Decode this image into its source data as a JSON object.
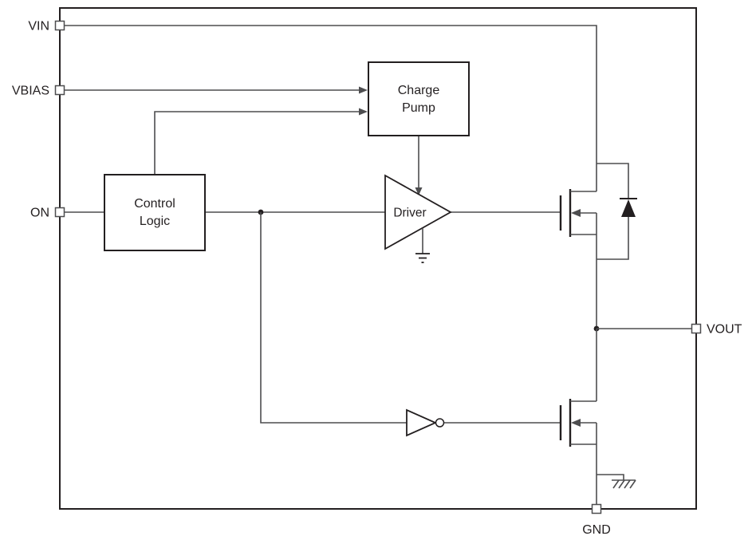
{
  "colors": {
    "background": "#ffffff",
    "wire": "#4d4d4f",
    "outline": "#231f20",
    "text": "#231f20"
  },
  "pins": {
    "vin": {
      "label": "VIN"
    },
    "vbias": {
      "label": "VBIAS"
    },
    "on": {
      "label": "ON"
    },
    "vout": {
      "label": "VOUT"
    },
    "gnd": {
      "label": "GND"
    }
  },
  "blocks": {
    "charge_pump": {
      "line1": "Charge",
      "line2": "Pump"
    },
    "control_logic": {
      "line1": "Control",
      "line2": "Logic"
    },
    "driver": {
      "label": "Driver"
    }
  }
}
